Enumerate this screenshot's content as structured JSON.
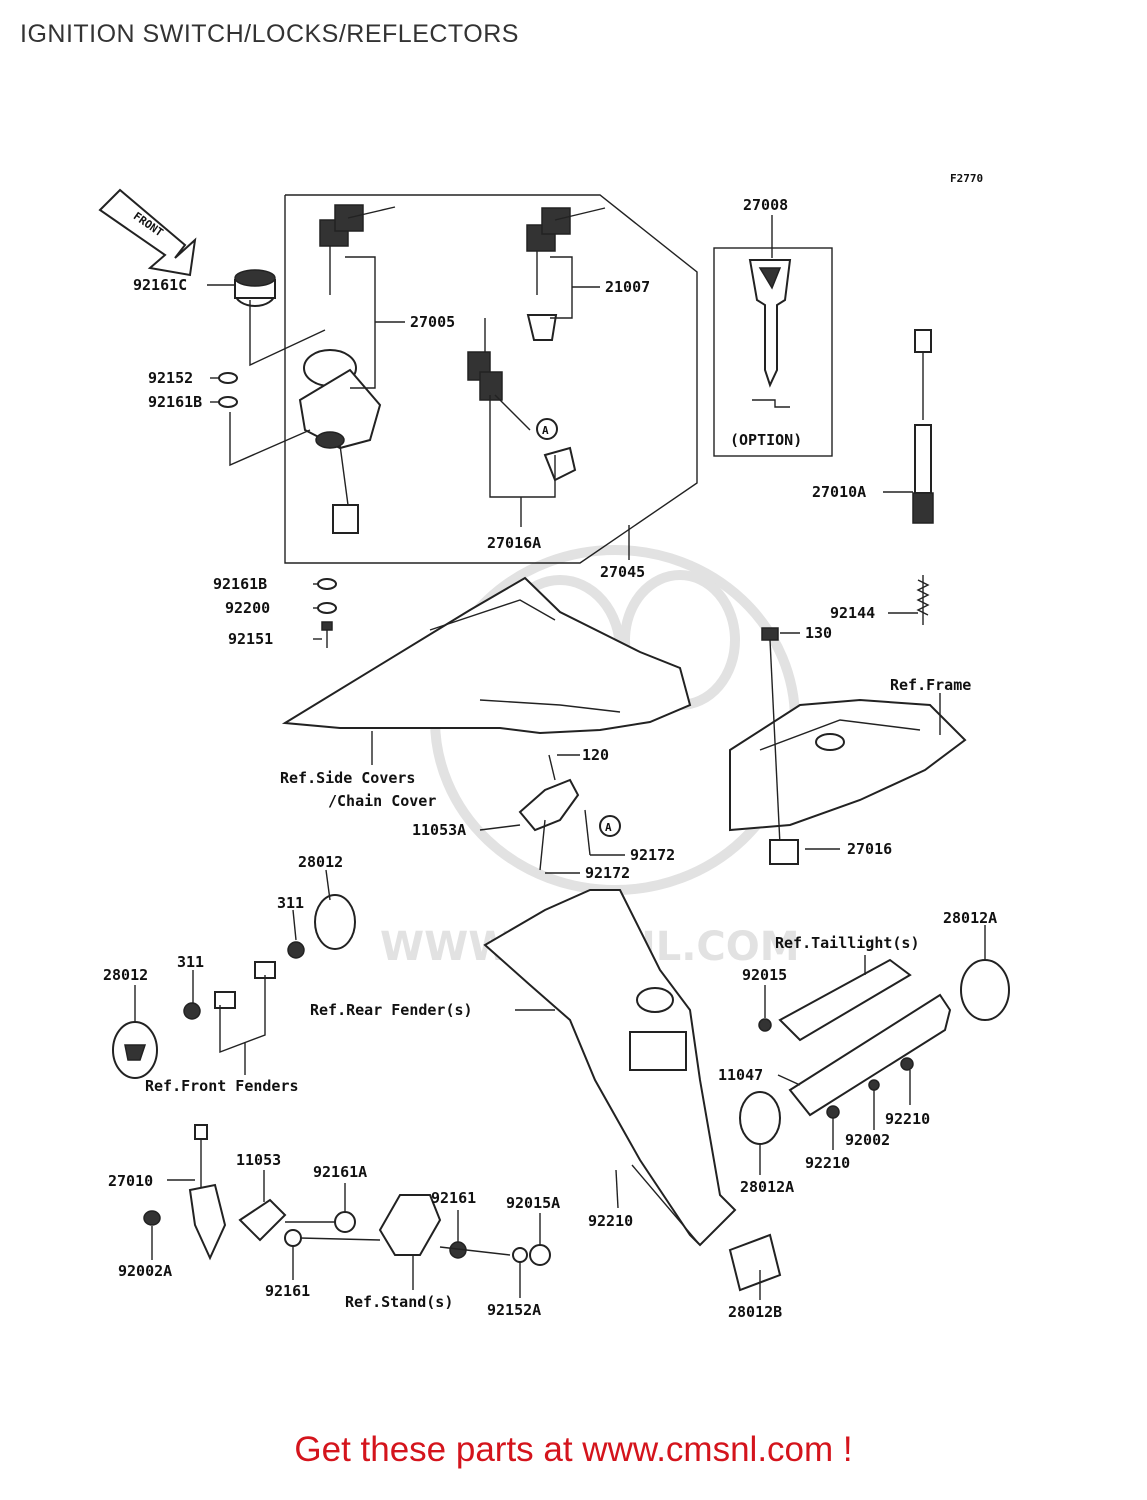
{
  "page_title": "IGNITION SWITCH/LOCKS/REFLECTORS",
  "figure_code": "F2770",
  "footer_text": "Get these parts at www.cmsnl.com !",
  "watermark_text": "WWW.CMSNL.COM",
  "front_arrow_label": "FRONT",
  "circle_marker": "A",
  "option_label": "(OPTION)",
  "callouts": {
    "c27008": "27008",
    "c92161C": "92161C",
    "c27005": "27005",
    "c21007": "21007",
    "c92152": "92152",
    "c92161B_top": "92161B",
    "c27016A": "27016A",
    "c27045": "27045",
    "c27010A": "27010A",
    "c92161B_low": "92161B",
    "c92200": "92200",
    "c92151": "92151",
    "c92144": "92144",
    "c130": "130",
    "c120": "120",
    "c11053A": "11053A",
    "c92172_a": "92172",
    "c92172_b": "92172",
    "c27016": "27016",
    "c28012_top": "28012",
    "c311_a": "311",
    "c311_b": "311",
    "c28012_left": "28012",
    "c28012A_top": "28012A",
    "c92015": "92015",
    "c11047": "11047",
    "c92210_a": "92210",
    "c92002": "92002",
    "c92210_b": "92210",
    "c28012A_low": "28012A",
    "c27010": "27010",
    "c11053": "11053",
    "c92161A": "92161A",
    "c92161_a": "92161",
    "c92015A": "92015A",
    "c92210_c": "92210",
    "c92002A": "92002A",
    "c92161_b": "92161",
    "c92152A": "92152A",
    "c28012B": "28012B"
  },
  "references": {
    "frame": "Ref.Frame",
    "side_covers": "Ref.Side Covers",
    "chain_cover": "/Chain Cover",
    "taillight": "Ref.Taillight(s)",
    "rear_fender": "Ref.Rear Fender(s)",
    "front_fenders": "Ref.Front Fenders",
    "stand": "Ref.Stand(s)"
  }
}
